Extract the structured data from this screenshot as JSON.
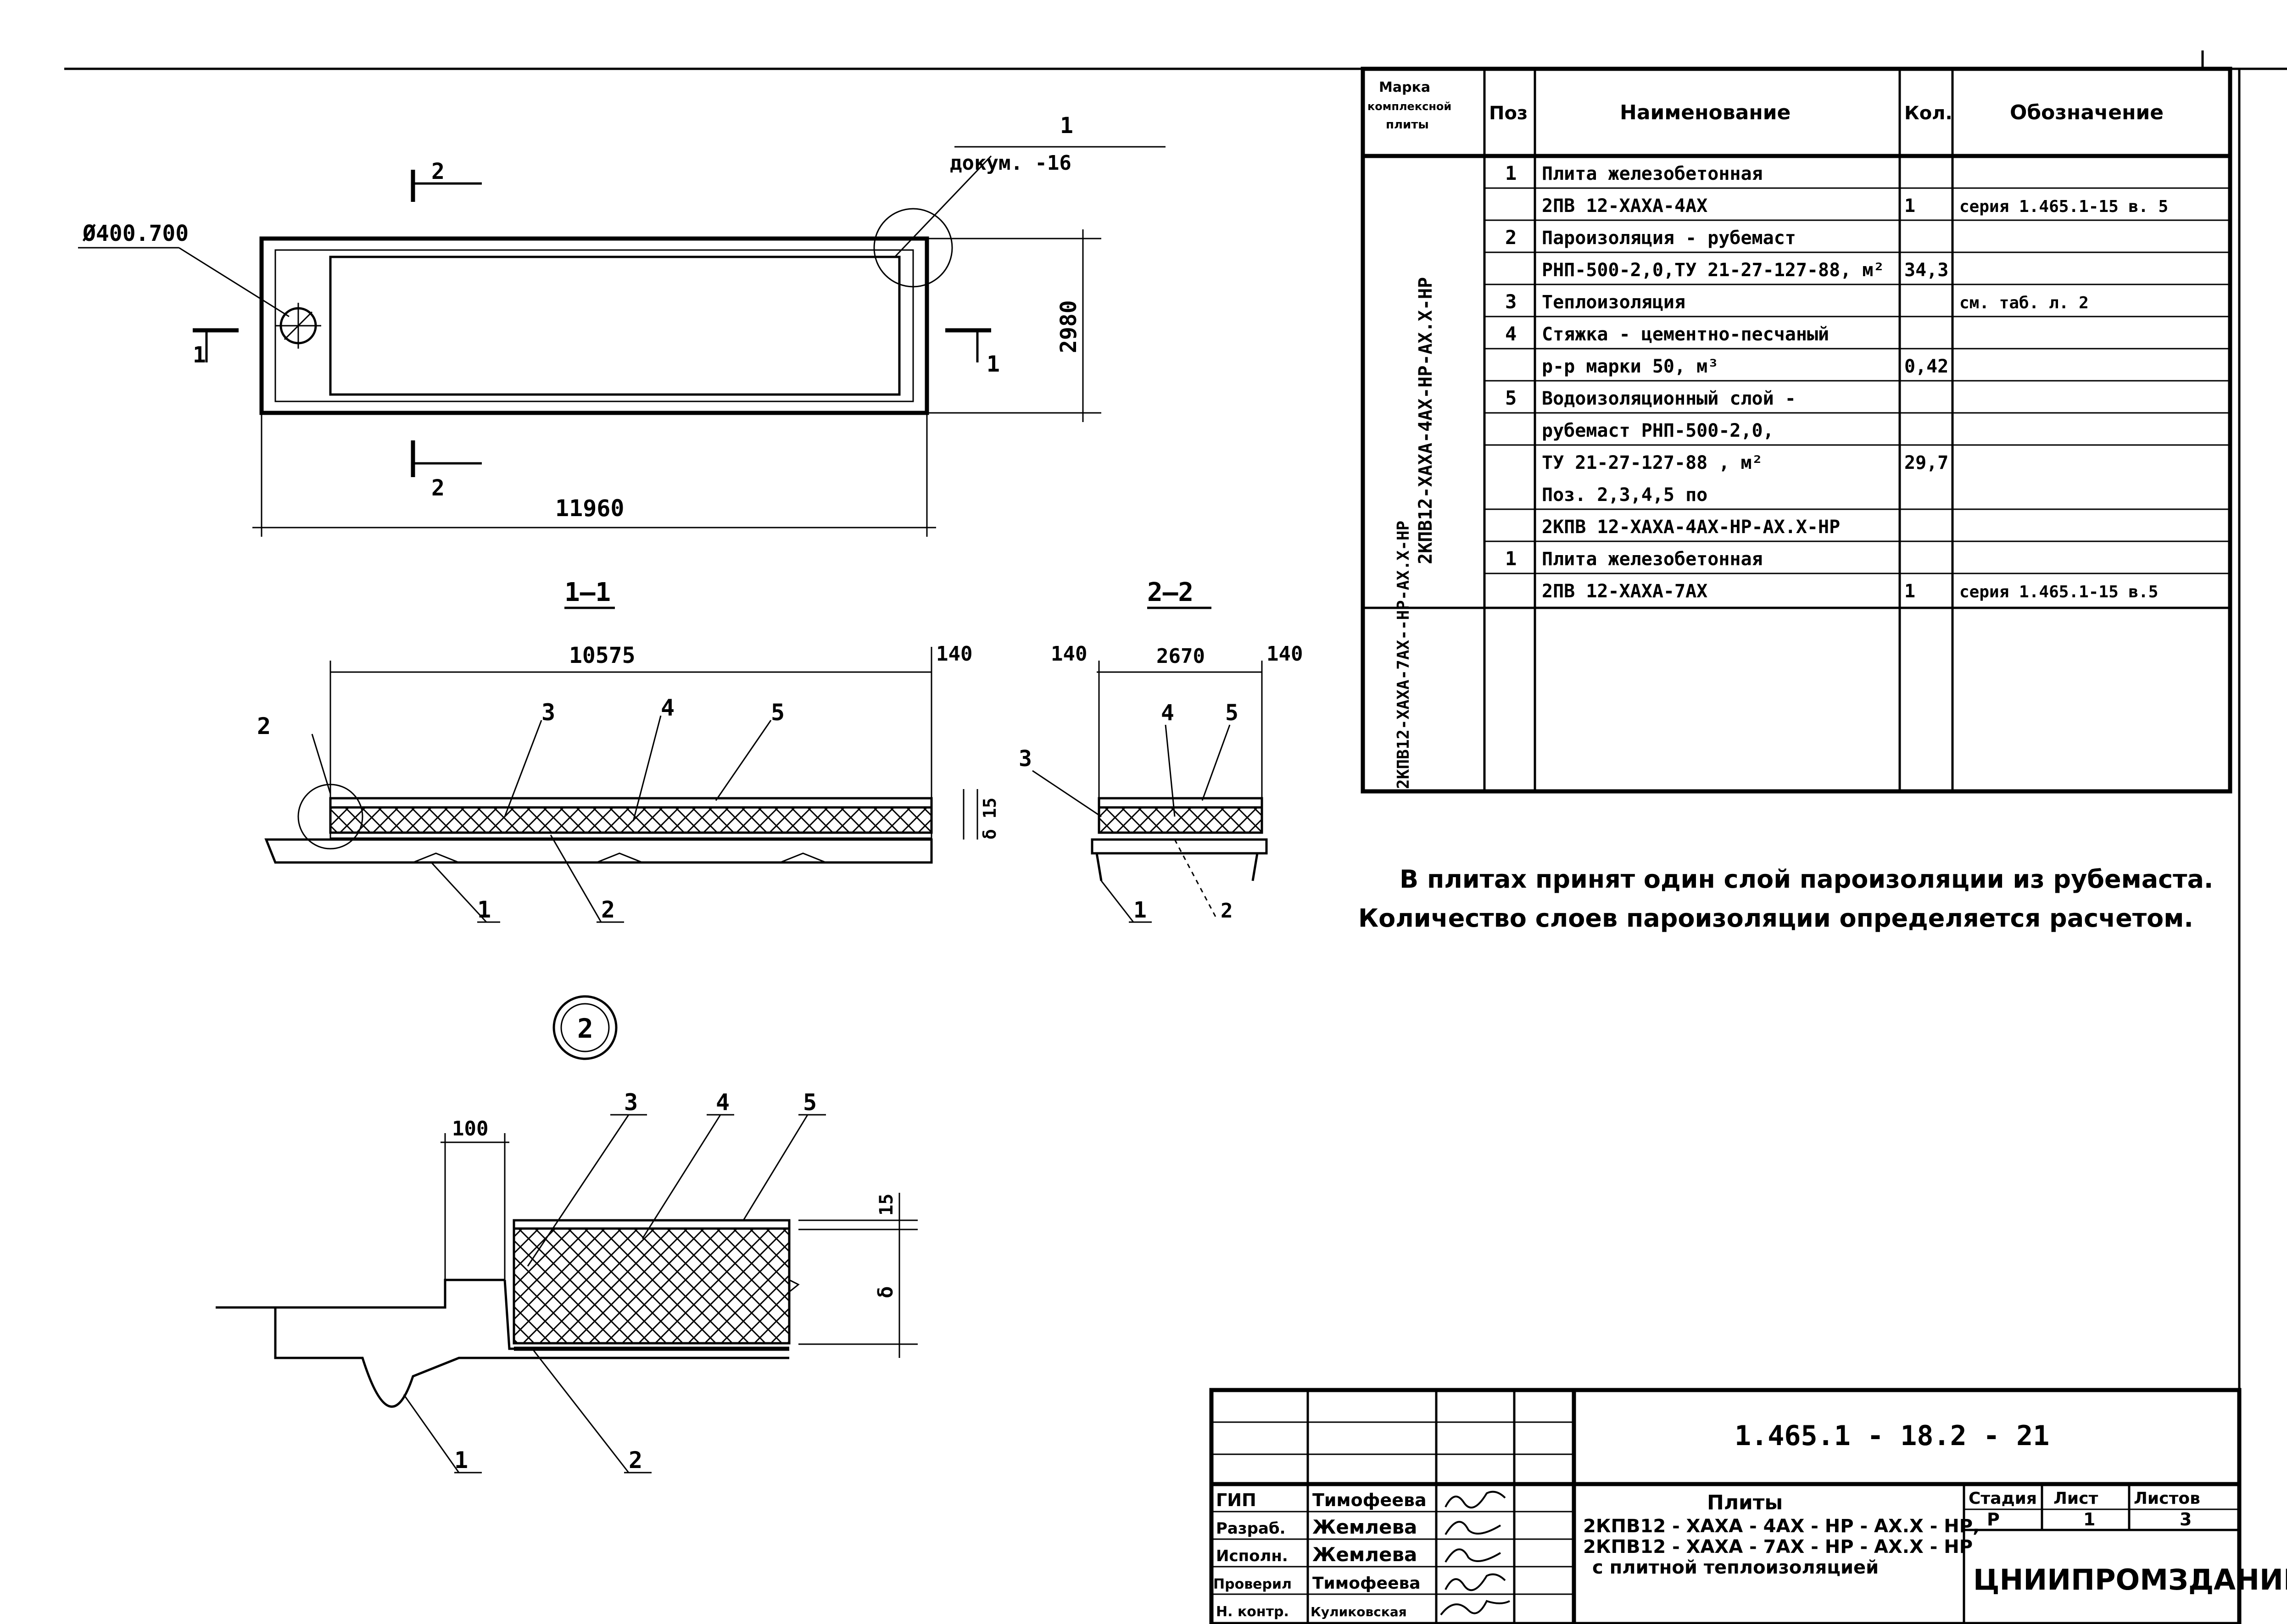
{
  "plan": {
    "pipe_label": "Ø400.700",
    "callout_num": "1",
    "callout_doc": "докум. -16",
    "cut2_top": "2",
    "cut2_bottom": "2",
    "cut1_left": "1",
    "cut1_right": "1",
    "dim_height": "2980",
    "dim_length": "11960"
  },
  "section_1_1": {
    "title": "1—1",
    "dim_span": "10575",
    "dim_edge": "140",
    "dim_layers": "δ 15",
    "callouts": [
      "2",
      "3",
      "4",
      "5",
      "1",
      "2"
    ]
  },
  "section_2_2": {
    "title": "2—2",
    "dim_left": "140",
    "dim_span": "2670",
    "dim_right": "140",
    "callouts": [
      "3",
      "4",
      "5",
      "1",
      "2"
    ]
  },
  "detail_2": {
    "marker": "2",
    "dim_step": "100",
    "dim_top": "15",
    "dim_thickness": "δ",
    "callouts": [
      "3",
      "4",
      "5",
      "1",
      "2"
    ]
  },
  "spec_table": {
    "headers": {
      "mark": "Марка комплексной плиты",
      "pos": "Поз",
      "name": "Наименование",
      "qty": "Кол.",
      "designation": "Обозначение"
    },
    "group1_mark": "2КПВ12-ХАХА-4АХ-НР-АХ.Х-НР",
    "group2_mark": "2КПВ12-ХАХА-7АХ--НР-АХ.Х-НР",
    "rows": [
      {
        "pos": "1",
        "name": "Плита железобетонная",
        "qty": "",
        "des": ""
      },
      {
        "pos": "",
        "name": "2ПВ 12-ХАХА-4АХ",
        "qty": "1",
        "des": "серия 1.465.1-15 в. 5"
      },
      {
        "pos": "2",
        "name": "Пароизоляция - рубемаст",
        "qty": "",
        "des": ""
      },
      {
        "pos": "",
        "name": "РНП-500-2,0,ТУ 21-27-127-88,      м²",
        "qty": "34,3",
        "des": ""
      },
      {
        "pos": "3",
        "name": "Теплоизоляция",
        "qty": "",
        "des": "см. таб. л. 2"
      },
      {
        "pos": "4",
        "name": "Стяжка - цементно-песчаный",
        "qty": "",
        "des": ""
      },
      {
        "pos": "",
        "name": "р-р марки 50,                 м³",
        "qty": "0,42",
        "des": ""
      },
      {
        "pos": "5",
        "name": "Водоизоляционный слой -",
        "qty": "",
        "des": ""
      },
      {
        "pos": "",
        "name": "рубемаст РНП-500-2,0,",
        "qty": "",
        "des": ""
      },
      {
        "pos": "",
        "name": "ТУ 21-27-127-88 ,          м²",
        "qty": "29,7",
        "des": ""
      },
      {
        "pos": "",
        "name": "Поз. 2,3,4,5 по",
        "qty": "",
        "des": ""
      },
      {
        "pos": "",
        "name": "2КПВ 12-ХАХА-4АХ-НР-АХ.Х-НР",
        "qty": "",
        "des": ""
      },
      {
        "pos": "1",
        "name": "Плита железобетонная",
        "qty": "",
        "des": ""
      },
      {
        "pos": "",
        "name": "2ПВ 12-ХАХА-7АХ",
        "qty": "1",
        "des": "серия 1.465.1-15 в.5"
      }
    ]
  },
  "note": {
    "line1": "В плитах принят один слой пароизоляции из рубемаста.",
    "line2": "Количество слоев пароизоляции определяется расчетом."
  },
  "title_block": {
    "code": "1.465.1 - 18.2 - 21",
    "roles": [
      "ГИП",
      "Разраб.",
      "Исполн.",
      "Проверил",
      "Н. контр."
    ],
    "names": [
      "Тимофеева",
      "Жемлева",
      "Жемлева",
      "Тимофеева",
      "Куликовская"
    ],
    "title_lines": [
      "Плиты",
      "2КПВ12 - ХАХА - 4АХ - НР - АХ.Х - НР,",
      "2КПВ12 - ХАХА - 7АХ - НР - АХ.Х - НР",
      "с плитной теплоизоляцией"
    ],
    "stage_header": "Стадия",
    "sheet_header": "Лист",
    "sheets_header": "Листов",
    "stage": "Р",
    "sheet": "1",
    "sheets": "3",
    "org": "ЦНИИПРОМЗДАНИЙ"
  }
}
